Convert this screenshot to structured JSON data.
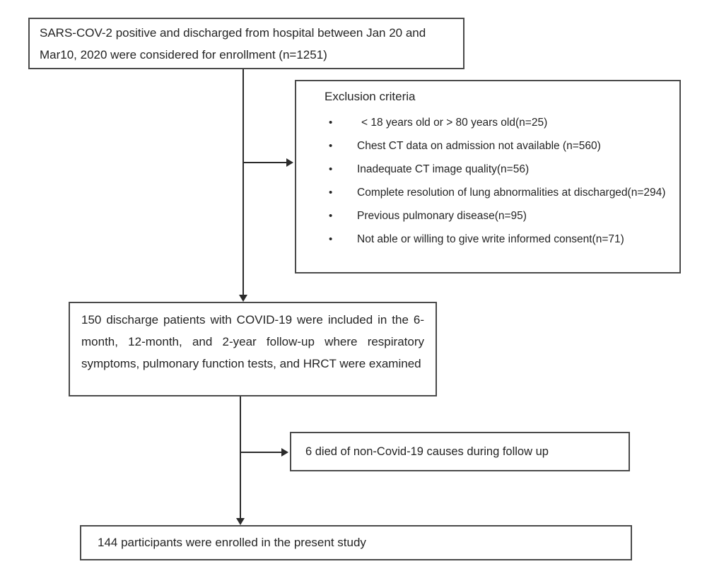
{
  "boxes": {
    "enrollment": {
      "text": "SARS-COV-2 positive and discharged from hospital between Jan 20 and Mar10, 2020 were considered for enrollment (n=1251)"
    },
    "exclusion": {
      "title": "Exclusion criteria",
      "items": [
        "< 18 years old or > 80 years old(n=25)",
        "Chest CT data on admission not available (n=560)",
        "Inadequate CT image quality(n=56)",
        "Complete resolution of lung abnormalities at discharged(n=294)",
        "Previous pulmonary disease(n=95)",
        "Not able or willing to give write informed consent(n=71)"
      ]
    },
    "followup": {
      "text": "150 discharge patients with COVID-19 were included in the 6-month, 12-month, and 2-year follow-up where respiratory symptoms, pulmonary function tests, and HRCT were examined"
    },
    "died": {
      "text": "6 died of non-Covid-19 causes during follow up"
    },
    "enrolled": {
      "text": "144 participants were enrolled in the present study"
    }
  },
  "colors": {
    "box_border": "#4a4a4a",
    "arrow": "#2b2b2b",
    "text": "#242424",
    "background": "#ffffff"
  }
}
